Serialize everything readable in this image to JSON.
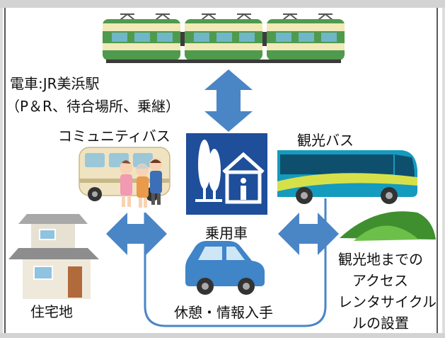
{
  "labels": {
    "train_line1": "電車:JR美浜駅",
    "train_line2": "（P＆R、待合場所、乗継）",
    "community_bus": "コミュニティバス",
    "tour_bus": "観光バス",
    "car": "乗用車",
    "residential": "住宅地",
    "rest_info": "休憩・情報入手",
    "rental_line1": "観光地までの",
    "rental_line2": "アクセス",
    "rental_line3": "レンタサイクル",
    "rental_line4": "ルの設置"
  },
  "colors": {
    "arrow": "#4a86c6",
    "station_sign": "#1f4e9a",
    "train_body": "#4f9a4d",
    "train_window_band": "#f1e9b7",
    "community_bus": "#efe3c2",
    "tour_bus": "#159bbd",
    "car": "#3f85c8",
    "mountain": "#3f8f2f",
    "frame": "#cfcfcf"
  }
}
